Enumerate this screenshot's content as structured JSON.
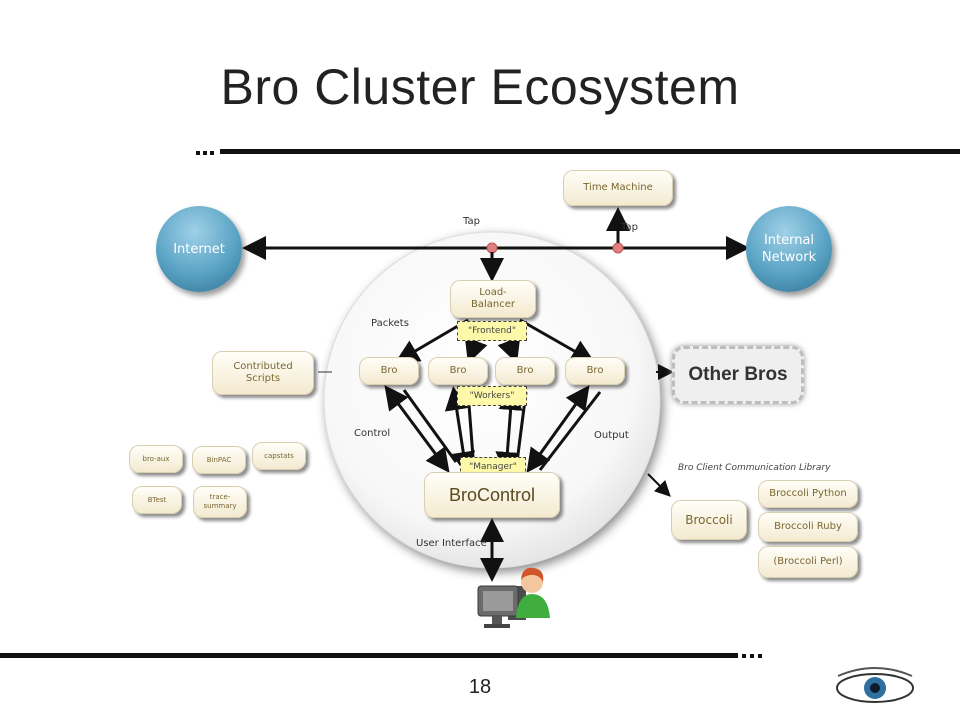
{
  "title": "Bro Cluster Ecosystem",
  "nodes": {
    "time_machine": "Time Machine",
    "internet": "Internet",
    "internal_network": "Internal Network",
    "load_balancer": "Load-\nBalancer",
    "frontend": "\"Frontend\"",
    "workers": "\"Workers\"",
    "manager": "\"Manager\"",
    "bro": "Bro",
    "brocontrol": "BroControl",
    "contributed_scripts": "Contributed Scripts",
    "other_bros": "Other Bros",
    "broccoli": "Broccoli",
    "broccoli_python": "Broccoli Python",
    "broccoli_ruby": "Broccoli Ruby",
    "broccoli_perl": "(Broccoli Perl)",
    "bro_aux": "bro-aux",
    "binpac": "BinPAC",
    "capstats": "capstats",
    "btest": "BTest",
    "trace_summary": "trace-summary"
  },
  "labels": {
    "tap1": "Tap",
    "tap2": "Tap",
    "packets": "Packets",
    "control": "Control",
    "output": "Output",
    "user_interface": "User Interface",
    "broccoli_lib": "Bro Client Communication Library"
  },
  "footer": {
    "page_number": "18"
  }
}
